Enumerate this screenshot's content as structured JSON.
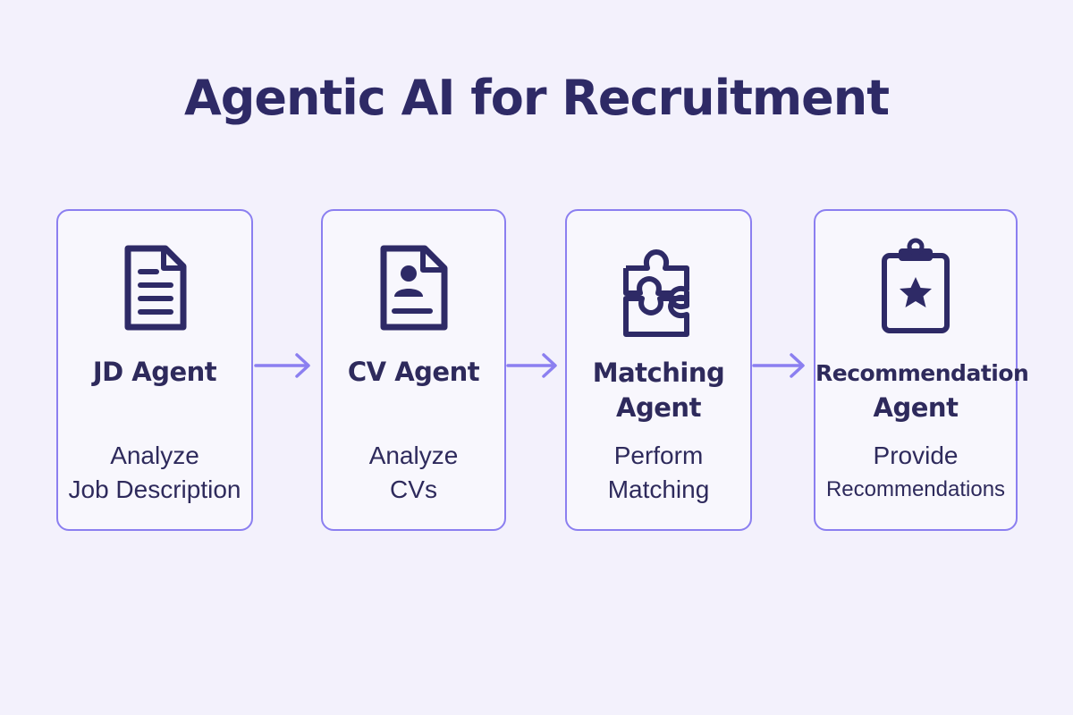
{
  "title": "Agentic AI for Recruitment",
  "colors": {
    "background": "#f3f1fc",
    "card_border": "#8b7ff0",
    "arrow": "#8b7ff0",
    "text": "#2e2a5c"
  },
  "agents": [
    {
      "icon": "document-icon",
      "name_lines": [
        "JD Agent"
      ],
      "desc_lines": [
        "Analyze",
        "Job Description"
      ]
    },
    {
      "icon": "cv-profile-icon",
      "name_lines": [
        "CV Agent"
      ],
      "desc_lines": [
        "Analyze",
        "CVs"
      ]
    },
    {
      "icon": "puzzle-icon",
      "name_lines": [
        "Matching",
        "Agent"
      ],
      "desc_lines": [
        "Perform",
        "Matching"
      ]
    },
    {
      "icon": "clipboard-star-icon",
      "name_lines": [
        "Recommendation",
        "Agent"
      ],
      "desc_lines": [
        "Provide",
        "Recommendations"
      ]
    }
  ]
}
